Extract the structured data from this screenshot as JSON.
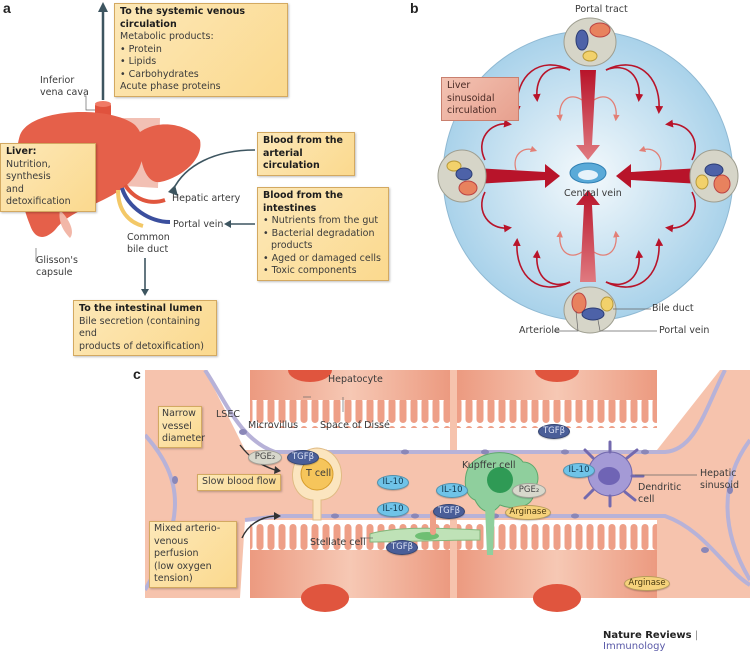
{
  "panels": {
    "a": {
      "label": "a",
      "systemic_box": {
        "title": "To the systemic venous circulation",
        "subtitle": "Metabolic products:",
        "items": [
          "Protein",
          "Lipids",
          "Carbohydrates"
        ],
        "extra": "Acute phase proteins"
      },
      "ivc_label": [
        "Inferior",
        "vena cava"
      ],
      "liver_box": {
        "title": "Liver:",
        "text": [
          "Nutrition, synthesis",
          "and detoxification"
        ]
      },
      "arterial_box": {
        "text": [
          "Blood from the",
          "arterial circulation"
        ]
      },
      "hepatic_artery_label": "Hepatic artery",
      "portal_vein_label": "Portal vein",
      "intestines_box": {
        "title": "Blood from the intestines",
        "items": [
          "Nutrients from the gut",
          "Bacterial degradation products",
          "Aged or damaged cells",
          "Toxic components"
        ]
      },
      "bile_duct_label": [
        "Common",
        "bile duct"
      ],
      "glisson_label": [
        "Glisson's",
        "capsule"
      ],
      "lumen_box": {
        "title": "To the intestinal lumen",
        "text": [
          "Bile secretion (containing end",
          "products of detoxification)"
        ]
      }
    },
    "b": {
      "label": "b",
      "portal_tract_label": "Portal tract",
      "sinusoidal_box": [
        "Liver sinusoidal",
        "circulation"
      ],
      "central_vein_label": "Central vein",
      "bile_duct_label": "Bile duct",
      "arteriole_label": "Arteriole",
      "portal_vein_label": "Portal vein"
    },
    "c": {
      "label": "c",
      "hepatocyte_label": "Hepatocyte",
      "lsec_label": "LSEC",
      "microvillus_label": "Microvillus",
      "disse_label": "Space of Dissé",
      "narrow_box": [
        "Narrow",
        "vessel",
        "diameter"
      ],
      "slow_flow_box": "Slow blood flow",
      "mixed_box": [
        "Mixed arterio-",
        "venous perfusion",
        "(low oxygen",
        "tension)"
      ],
      "tcell_label": "T cell",
      "kupffer_label": "Kupffer cell",
      "dendritic_label": [
        "Dendritic",
        "cell"
      ],
      "stellate_label": "Stellate cell",
      "sinusoid_label": [
        "Hepatic",
        "sinusoid"
      ],
      "molecules": {
        "pge2": "PGE₂",
        "tgfb": "TGFβ",
        "il10": "IL-10",
        "arginase": "Arginase"
      }
    }
  },
  "footer": {
    "journal": "Nature Reviews",
    "separator": "|",
    "section": "Immunology"
  },
  "colors": {
    "liver": "#e5604a",
    "box": "#fbd98e",
    "sinusoid_bg": "#f4b9a4",
    "lobule": "#b9dcef",
    "arrow_red": "#b8142a"
  }
}
